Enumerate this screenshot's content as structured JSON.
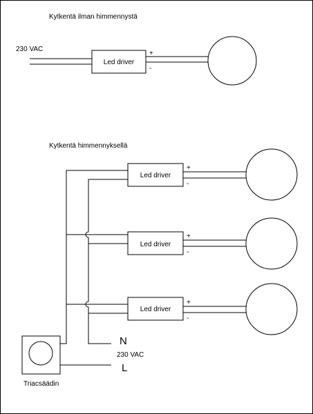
{
  "diagram1": {
    "title": "Kytkentä ilman himmennystä",
    "supply_label": "230 VAC",
    "driver_label": "Led driver",
    "plus": "+",
    "minus": "-"
  },
  "diagram2": {
    "title": "Kytkentä himmennyksellä",
    "drivers": [
      {
        "label": "Led driver",
        "plus": "+",
        "minus": "-"
      },
      {
        "label": "Led driver",
        "plus": "+",
        "minus": "-"
      },
      {
        "label": "Led driver",
        "plus": "+",
        "minus": "-"
      }
    ],
    "neutral_label": "N",
    "supply_label": "230 VAC",
    "live_label": "L",
    "dimmer_label": "Triacsäädin"
  }
}
